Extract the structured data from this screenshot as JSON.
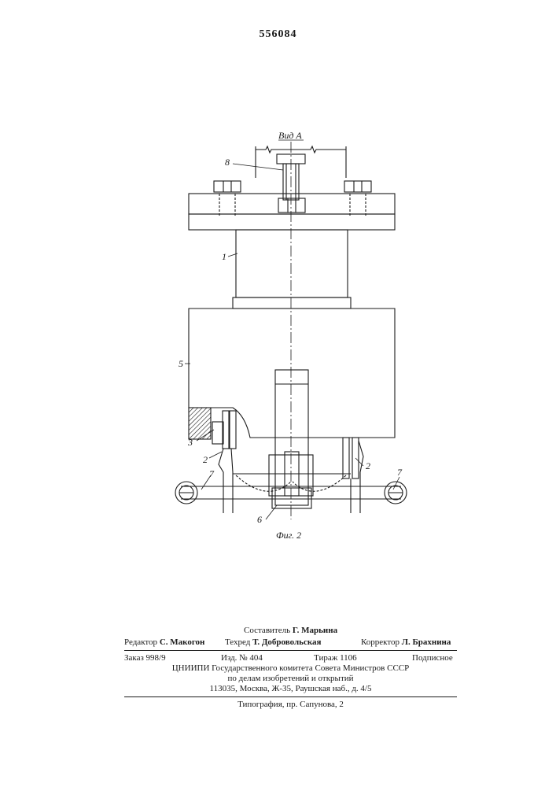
{
  "patent_number": "556084",
  "figure": {
    "view_label": "Вид А",
    "caption": "Фиг. 2",
    "part_labels": [
      "8",
      "1",
      "5",
      "3",
      "2",
      "2",
      "7",
      "7",
      "6"
    ]
  },
  "imprint": {
    "compiler_label": "Составитель",
    "compiler": "Г. Марьина",
    "editor_label": "Редактор",
    "editor": "С. Макогон",
    "techred_label": "Техред",
    "techred": "Т. Добровольская",
    "corrector_label": "Корректор",
    "corrector": "Л. Брахнина",
    "order": "Заказ 998/9",
    "edition": "Изд. № 404",
    "circulation": "Тираж 1106",
    "subscription": "Подписное",
    "org_line1": "ЦНИИПИ Государственного комитета Совета Министров СССР",
    "org_line2": "по делам изобретений и открытий",
    "address": "113035, Москва, Ж-35, Раушская наб., д. 4/5",
    "printer": "Типография, пр. Сапунова, 2"
  }
}
